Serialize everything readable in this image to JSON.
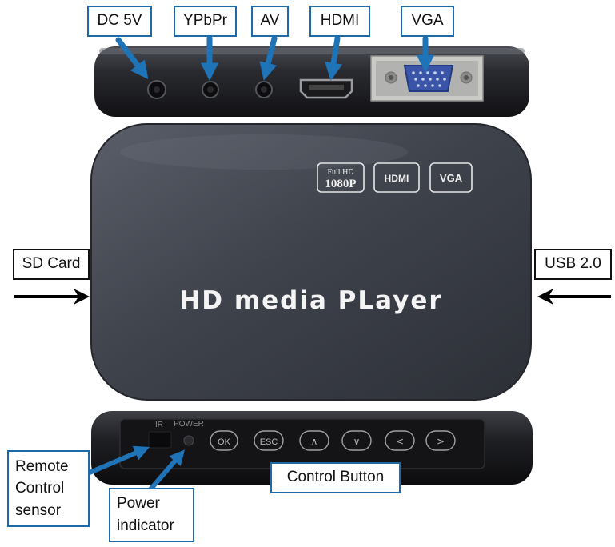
{
  "device": {
    "name_text": "HD media PLayer",
    "badges": {
      "full_hd": "Full HD",
      "resolution": "1080P",
      "hdmi": "HDMI",
      "vga": "VGA"
    },
    "front_panel": {
      "ir": "IR",
      "power": "POWER",
      "buttons": [
        "OK",
        "ESC",
        "∧",
        "∨",
        "<",
        ">"
      ]
    }
  },
  "callouts": {
    "dc5v": "DC 5V",
    "ypbpr": "YPbPr",
    "av": "AV",
    "hdmi": "HDMI",
    "vga": "VGA",
    "sd_card": "SD Card",
    "usb": "USB 2.0",
    "remote_sensor": [
      "Remote",
      "Control",
      "sensor"
    ],
    "power_indicator": [
      "Power",
      "indicator"
    ],
    "control_button": "Control Button"
  },
  "colors": {
    "callout_blue": "#1e6aa8",
    "arrow_blue": "#1f73b7",
    "device_body": "#3a3d45"
  }
}
